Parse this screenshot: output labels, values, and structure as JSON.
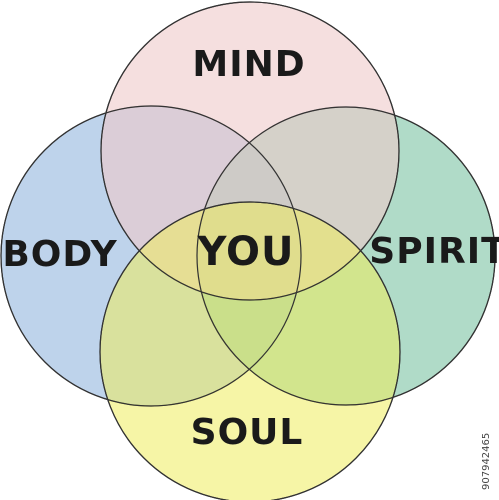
{
  "diagram": {
    "labels": {
      "mind": "MIND",
      "body": "BODY",
      "spirit": "SPIRIT",
      "soul": "SOUL",
      "center": "YOU"
    },
    "colors": {
      "mind": "#efc9c9",
      "body": "#b3cbe8",
      "spirit": "#8fccb0",
      "soul": "#eeed5c",
      "outline": "#333333"
    }
  },
  "watermark": {
    "stock_id": "907942465"
  }
}
